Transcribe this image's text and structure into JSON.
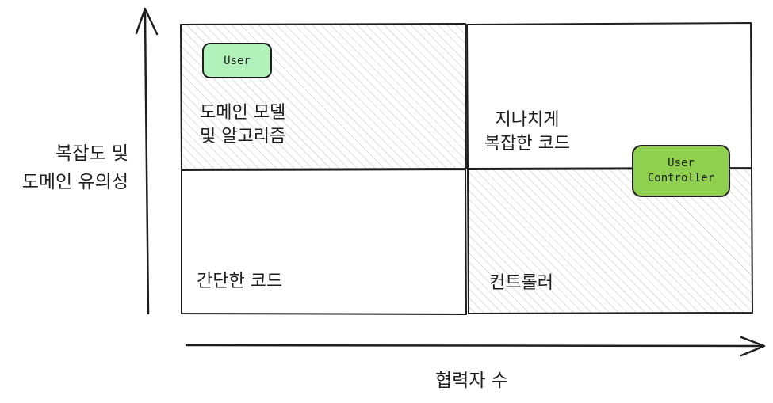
{
  "axes": {
    "y_label_line1": "복잡도 및",
    "y_label_line2": "도메인 유의성",
    "x_label": "협력자 수"
  },
  "quadrants": {
    "top_left": {
      "line1": "도메인 모델",
      "line2": "및 알고리즘",
      "shaded": true
    },
    "top_right": {
      "line1": "지나치게",
      "line2": "복잡한 코드",
      "shaded": false
    },
    "bottom_left": {
      "line1": "간단한 코드",
      "shaded": false
    },
    "bottom_right": {
      "line1": "컨트롤러",
      "shaded": true
    }
  },
  "badges": {
    "user": {
      "label": "User",
      "fill": "#b2f2bb"
    },
    "user_controller": {
      "line1": "User",
      "line2": "Controller",
      "fill": "#8fd14f"
    }
  },
  "colors": {
    "stroke": "#1e1e1e",
    "hatch": "#bfbfbf",
    "background": "#ffffff"
  }
}
